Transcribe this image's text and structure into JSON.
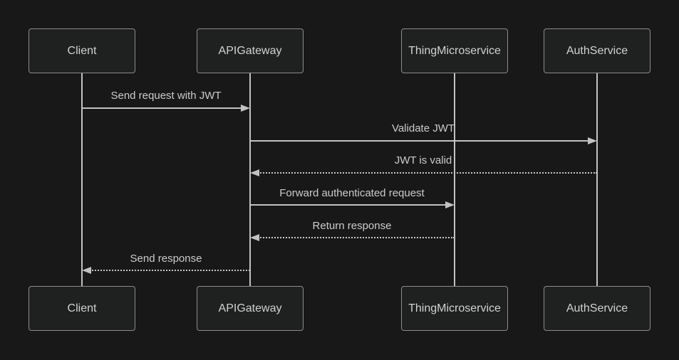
{
  "diagram": {
    "type": "sequence-diagram",
    "theme": "dark",
    "colors": {
      "background": "#181818",
      "actor_fill": "#1f2020",
      "actor_border": "#8c8c8c",
      "actor_text": "#d2d2d2",
      "signal_line": "#c2c2c2",
      "signal_text": "#cccccc"
    },
    "participants": [
      {
        "id": "client",
        "label": "Client"
      },
      {
        "id": "api-gateway",
        "label": "APIGateway"
      },
      {
        "id": "thing-microservice",
        "label": "ThingMicroservice"
      },
      {
        "id": "auth-service",
        "label": "AuthService"
      }
    ],
    "messages": [
      {
        "text": "Send request with JWT",
        "from": "Client",
        "to": "APIGateway",
        "line": "solid",
        "direction": "right"
      },
      {
        "text": "Validate JWT",
        "from": "APIGateway",
        "to": "AuthService",
        "line": "solid",
        "direction": "right"
      },
      {
        "text": "JWT is valid",
        "from": "AuthService",
        "to": "APIGateway",
        "line": "dotted",
        "direction": "left"
      },
      {
        "text": "Forward authenticated request",
        "from": "APIGateway",
        "to": "ThingMicroservice",
        "line": "solid",
        "direction": "right"
      },
      {
        "text": "Return response",
        "from": "ThingMicroservice",
        "to": "APIGateway",
        "line": "dotted",
        "direction": "left"
      },
      {
        "text": "Send response",
        "from": "APIGateway",
        "to": "Client",
        "line": "dotted",
        "direction": "left"
      }
    ]
  }
}
